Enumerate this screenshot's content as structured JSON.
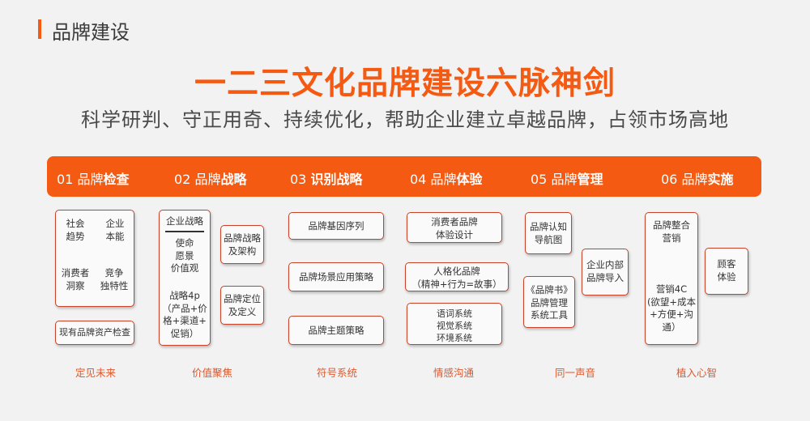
{
  "header": {
    "title": "品牌建设"
  },
  "main_title": "一二三文化品牌建设六脉神剑",
  "subtitle": "科学研判、守正用奇、持续优化，帮助企业建立卓越品牌，占领市场高地",
  "stages": [
    {
      "num": "01 品牌",
      "bold": "检查"
    },
    {
      "num": "02 品牌",
      "bold": "战略"
    },
    {
      "num": "03 ",
      "bold": "识别战略"
    },
    {
      "num": "04 品牌",
      "bold": "体验"
    },
    {
      "num": "05 品牌",
      "bold": "管理"
    },
    {
      "num": "06 品牌",
      "bold": "实施"
    }
  ],
  "col1": {
    "cells": [
      "社会\n趋势",
      "企业\n本能",
      "消费者\n洞察",
      "竞争\n独特性"
    ],
    "bottom": "现有品牌资产检查"
  },
  "col2": {
    "main_title": "企业战略",
    "main_items": "使命\n愿景\n价值观",
    "main_4p": "战略4p\n（产品+价\n格+渠道+\n促销）",
    "side1": "品牌战略\n及架构",
    "side2": "品牌定位\n及定义"
  },
  "col3": [
    "品牌基因序列",
    "品牌场景应用策略",
    "品牌主题策略"
  ],
  "col4": [
    "消费者品牌\n体验设计",
    "人格化品牌\n（精神+行为=故事）",
    "语词系统\n视觉系统\n环境系统"
  ],
  "col5": [
    "品牌认知\n导航图",
    "《品牌书》\n品牌管理\n系统工具",
    "企业内部\n品牌导入"
  ],
  "col6": {
    "main_top": "品牌整合\n营销",
    "main_bottom": "营销4C\n(欲望+成本\n+方便+沟\n通）",
    "side": "顾客\n体验"
  },
  "footers": [
    "定见未来",
    "价值聚焦",
    "符号系统",
    "情感沟通",
    "同一声音",
    "植入心智"
  ]
}
